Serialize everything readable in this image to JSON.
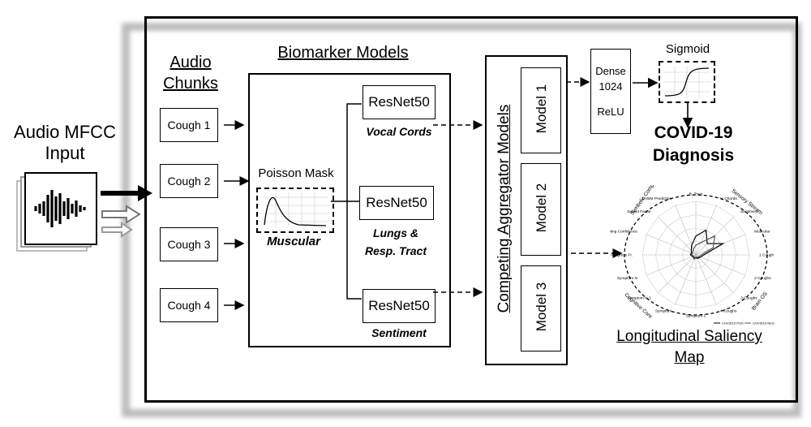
{
  "input": {
    "title_line1": "Audio MFCC",
    "title_line2": "Input"
  },
  "audio_chunks": {
    "title_line1": "Audio",
    "title_line2": "Chunks",
    "items": [
      "Cough 1",
      "Cough 2",
      "Cough 3",
      "Cough 4"
    ]
  },
  "biomarker": {
    "title": "Biomarker Models",
    "poisson_label": "Poisson Mask",
    "muscular_label": "Muscular",
    "resnets": [
      {
        "label": "ResNet50",
        "caption_line1": "Vocal Cords",
        "caption_line2": ""
      },
      {
        "label": "ResNet50",
        "caption_line1": "Lungs &",
        "caption_line2": "Resp. Tract"
      },
      {
        "label": "ResNet50",
        "caption_line1": "Sentiment",
        "caption_line2": ""
      }
    ]
  },
  "aggregator": {
    "title": "Competing Aggregator Models",
    "models": [
      "Model 1",
      "Model 2",
      "Model 3"
    ]
  },
  "dense": {
    "line1": "Dense",
    "line2": "1024",
    "line3": "ReLU"
  },
  "sigmoid": {
    "title": "Sigmoid"
  },
  "diagnosis": {
    "line1": "COVID-19",
    "line2": "Diagnosis"
  },
  "saliency": {
    "title_line1": "Longitudinal Saliency",
    "title_line2": "Map",
    "group_labels": [
      "Symbolic Comp.",
      "Sensory Stream",
      "Brain OS",
      "Cognitive Core"
    ],
    "spokes": [
      "R. Tract",
      "V. Chords",
      "Sentiment",
      "Muscular",
      "1 Cough",
      "2 Coughs",
      "3 Coughs",
      "4 Coughs",
      "Symptom 1",
      "Symptom",
      "Symptom N-1",
      "Symptom N",
      "COVID-19 Progress Fr.",
      "Voting Confidence",
      "Salient Factor",
      "DVBM Prediction"
    ],
    "legend": [
      "COVID19 POS",
      "COVID19 NEG"
    ]
  }
}
